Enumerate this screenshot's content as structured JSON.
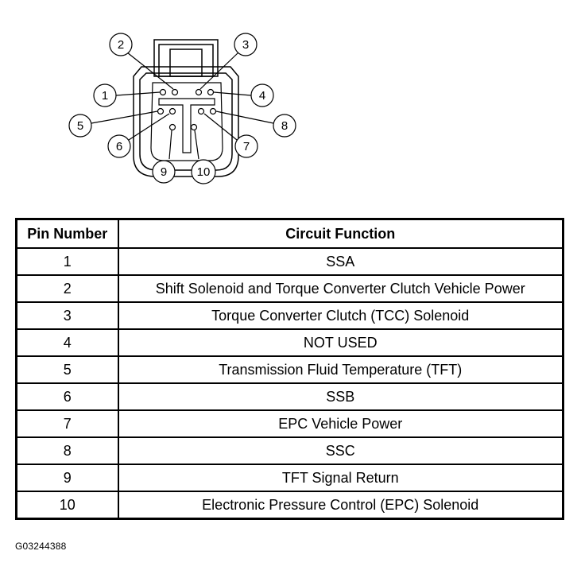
{
  "diagram": {
    "callouts": [
      "1",
      "2",
      "3",
      "4",
      "5",
      "6",
      "7",
      "8",
      "9",
      "10"
    ]
  },
  "table": {
    "headers": [
      "Pin Number",
      "Circuit Function"
    ],
    "rows": [
      {
        "pin": "1",
        "function": "SSA"
      },
      {
        "pin": "2",
        "function": "Shift Solenoid and Torque Converter Clutch Vehicle Power"
      },
      {
        "pin": "3",
        "function": "Torque Converter Clutch (TCC) Solenoid"
      },
      {
        "pin": "4",
        "function": "NOT USED"
      },
      {
        "pin": "5",
        "function": "Transmission Fluid Temperature (TFT)"
      },
      {
        "pin": "6",
        "function": "SSB"
      },
      {
        "pin": "7",
        "function": "EPC Vehicle Power"
      },
      {
        "pin": "8",
        "function": "SSC"
      },
      {
        "pin": "9",
        "function": "TFT Signal Return"
      },
      {
        "pin": "10",
        "function": "Electronic Pressure Control (EPC) Solenoid"
      }
    ]
  },
  "figure_id": "G03244388"
}
